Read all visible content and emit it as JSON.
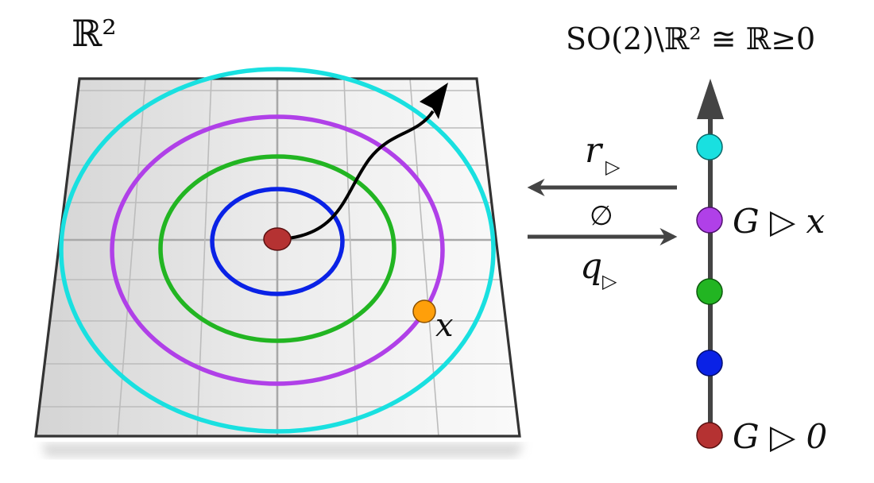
{
  "left_panel": {
    "space_label": "ℝ²",
    "point_label": "x"
  },
  "maps": {
    "section_label": "r",
    "inverse_label": "∅",
    "quotient_label": "q",
    "action_symbol": "▷"
  },
  "right_panel": {
    "quotient_label": "SO(2)\\ℝ² ≅ ℝ≥0",
    "orbit_point_label": "G ▷ x",
    "origin_label": "G ▷ 0"
  },
  "colors": {
    "cyan": "#19e0e0",
    "purple": "#b040e8",
    "green": "#22b522",
    "blue": "#0a22e6",
    "red": "#b53232",
    "orange": "#ff9f0a",
    "axis": "#444444"
  }
}
